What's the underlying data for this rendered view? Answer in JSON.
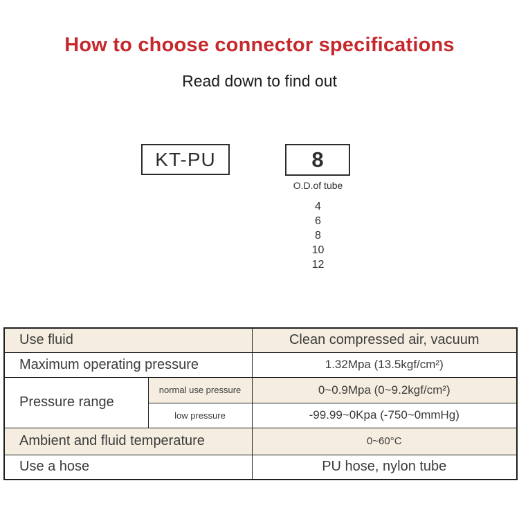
{
  "colors": {
    "accent_red": "#c5282d",
    "row_beige": "#f5ede0",
    "border": "#1f1f1f"
  },
  "header": {
    "title": "How to choose connector specifications",
    "subtitle": "Read down to find out"
  },
  "selector": {
    "model_code": "KT-PU",
    "size_code": "8",
    "size_caption": "O.D.of tube",
    "size_options": [
      "4",
      "6",
      "8",
      "10",
      "12"
    ]
  },
  "spec_table": {
    "use_fluid": {
      "label": "Use fluid",
      "value": "Clean compressed air, vacuum"
    },
    "max_pressure": {
      "label": "Maximum operating pressure",
      "value": "1.32Mpa (13.5kgf/cm²)"
    },
    "pressure_range": {
      "label": "Pressure range",
      "normal": {
        "label": "normal use pressure",
        "value": "0~0.9Mpa (0~9.2kgf/cm²)"
      },
      "low": {
        "label": "low pressure",
        "value": "-99.99~0Kpa (-750~0mmHg)"
      }
    },
    "ambient_temp": {
      "label": "Ambient and fluid temperature",
      "value": "0~60°C"
    },
    "hose": {
      "label": "Use a hose",
      "value": "PU hose, nylon tube"
    }
  }
}
